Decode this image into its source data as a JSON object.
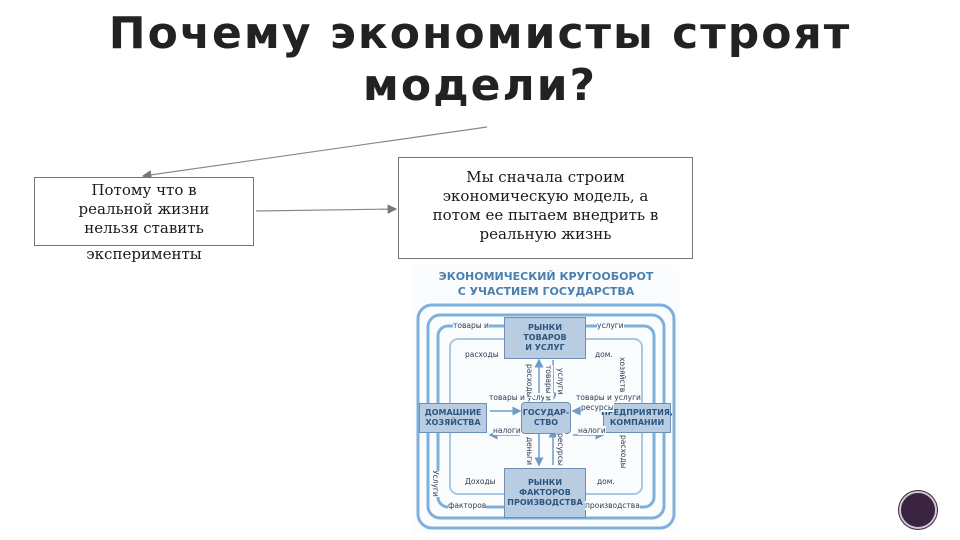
{
  "slide": {
    "title_line1": "Почему экономисты строят",
    "title_line2": "модели?"
  },
  "left_box": {
    "lines": [
      "Потому что в",
      "реальной жизни",
      "нельзя ставить"
    ],
    "overflow_line": "эксперименты"
  },
  "right_box": {
    "lines": [
      "Мы сначала строим",
      "экономическую модель, а",
      "потом ее пытаем внедрить в",
      "реальную жизнь"
    ]
  },
  "diagram": {
    "title_line1": "ЭКОНОМИЧЕСКИЙ КРУГООБОРОТ",
    "title_line2": "С УЧАСТИЕМ ГОСУДАРСТВА",
    "nodes": {
      "goods_market": [
        "РЫНКИ",
        "ТОВАРОВ",
        "И УСЛУГ"
      ],
      "households": [
        "ДОМАШНИЕ",
        "ХОЗЯЙСТВА"
      ],
      "government": [
        "ГОСУДАР-",
        "СТВО"
      ],
      "firms": [
        "ПРЕДПРИЯТИЯ,",
        "КОМПАНИИ"
      ],
      "factor_market": [
        "РЫНКИ",
        "ФАКТОРОВ",
        "ПРОИЗВОДСТВА"
      ]
    },
    "labels": {
      "goods_and": "товары и",
      "services": "услуги",
      "expenses": "расходы",
      "households_abbr": "дом.",
      "households_exp": "хозяйств",
      "goods_services_l": "товары и услуги",
      "goods_services_r": "товары и услуги",
      "expenses_v": "расходы",
      "goods_v": "товары и",
      "services_v": "услуги",
      "resources": "ресурсы",
      "taxes_l": "налоги",
      "taxes_r": "налоги",
      "money_v": "деньги",
      "resources_v": "ресурсы",
      "incomes": "Доходы",
      "dom_bottom": "дом.",
      "services_bl": "Услуги",
      "factors": "факторов",
      "production": "производства",
      "expenses_right": "расходы"
    }
  }
}
